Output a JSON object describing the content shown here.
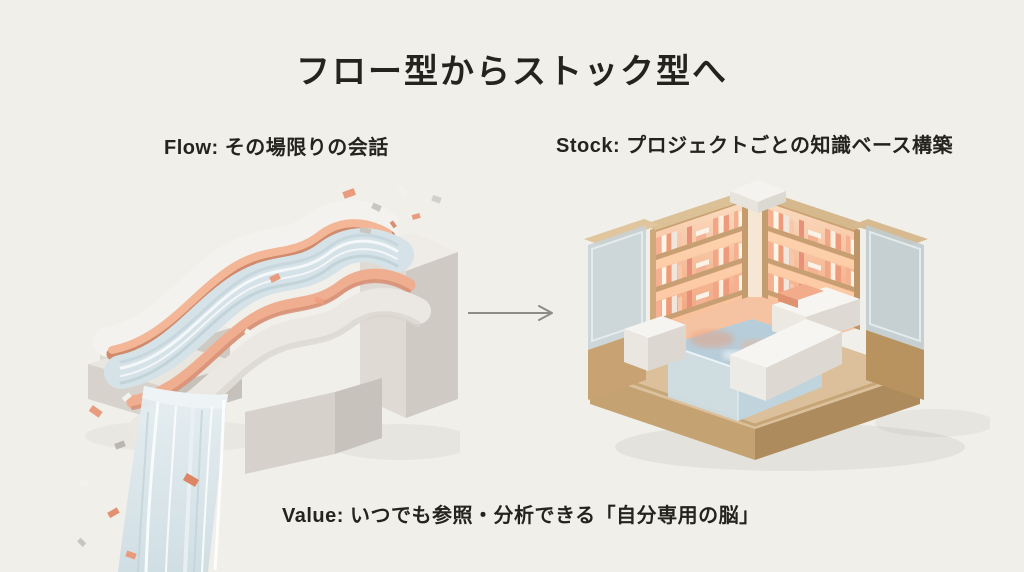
{
  "slide": {
    "title": "フロー型からストック型へ",
    "flow": {
      "label": "Flow: その場限りの会話"
    },
    "stock": {
      "label": "Stock: プロジェクトごとの知識ベース構築"
    },
    "value": {
      "label": "Value: いつでも参照・分析できる「自分専用の脳」"
    },
    "arrow": {
      "icon": "arrow-right"
    }
  },
  "colors": {
    "background": "#f0efea",
    "text": "#24231e",
    "arrow": "#8d8d88",
    "salmon": "#eeab8c",
    "salmon_dark": "#d08a6c",
    "water": "#d5e2e7",
    "white_surface": "#f4f2ee",
    "wood": "#d9bc92",
    "wood_dark": "#ae8b5c",
    "shelf_glow": "#f2a57f",
    "glass": "#c7d3d6"
  }
}
